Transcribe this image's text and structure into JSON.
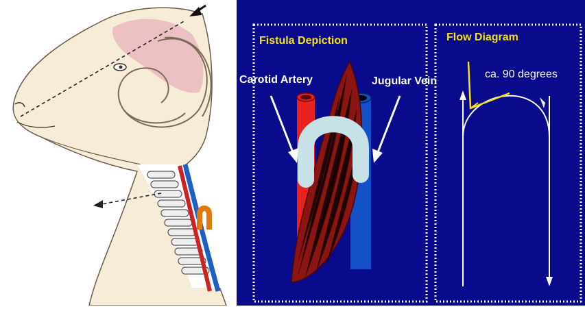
{
  "colors": {
    "panel_background": "#0a0a8c",
    "panel_border": "#ffffff",
    "title_text": "#f5e11a",
    "carotid_artery": "#e8231f",
    "jugular_vein": "#1450c8",
    "fistula_loop": "#c6e2e6",
    "muscle": "#8b1512",
    "neck_fistula_marker": "#e07a10"
  },
  "left_illustration": {
    "subject": "sheep-head-and-neck-illustration",
    "annotations": [
      "direction-arrow-top",
      "dashed-guide-line",
      "dashed-arrow-neck"
    ]
  },
  "fistula_panel": {
    "title": "Fistula Depiction",
    "artery_label": "Carotid Artery",
    "vein_label": "Jugular Vein"
  },
  "flow_panel": {
    "title": "Flow Diagram",
    "angle_label": "ca. 90 degrees"
  }
}
